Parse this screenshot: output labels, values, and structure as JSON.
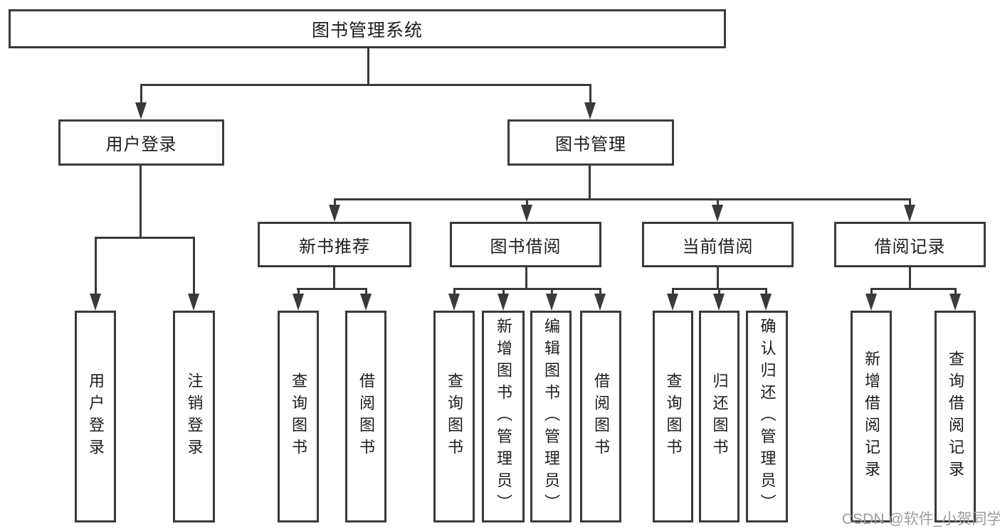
{
  "diagram": {
    "root": {
      "label": "图书管理系统"
    },
    "branches": [
      {
        "label": "用户登录",
        "children": [
          {
            "label": "用户登录"
          },
          {
            "label": "注销登录"
          }
        ]
      },
      {
        "label": "图书管理",
        "children": [
          {
            "label": "新书推荐",
            "children": [
              {
                "label": "查询图书"
              },
              {
                "label": "借阅图书"
              }
            ]
          },
          {
            "label": "图书借阅",
            "children": [
              {
                "label": "查询图书"
              },
              {
                "label": "新增图书（管理员）"
              },
              {
                "label": "编辑图书（管理员）"
              },
              {
                "label": "借阅图书"
              }
            ]
          },
          {
            "label": "当前借阅",
            "children": [
              {
                "label": "查询图书"
              },
              {
                "label": "归还图书"
              },
              {
                "label": "确认归还（管理员）"
              }
            ]
          },
          {
            "label": "借阅记录",
            "children": [
              {
                "label": "新增借阅记录"
              },
              {
                "label": "查询借阅记录"
              }
            ]
          }
        ]
      }
    ]
  },
  "watermark": {
    "text": "CSDN @软件_小贺同学"
  },
  "colors": {
    "line": "#3a3a3a",
    "text": "#1d1d1d",
    "background": "#ffffff",
    "watermark": "#9b9b9b"
  }
}
